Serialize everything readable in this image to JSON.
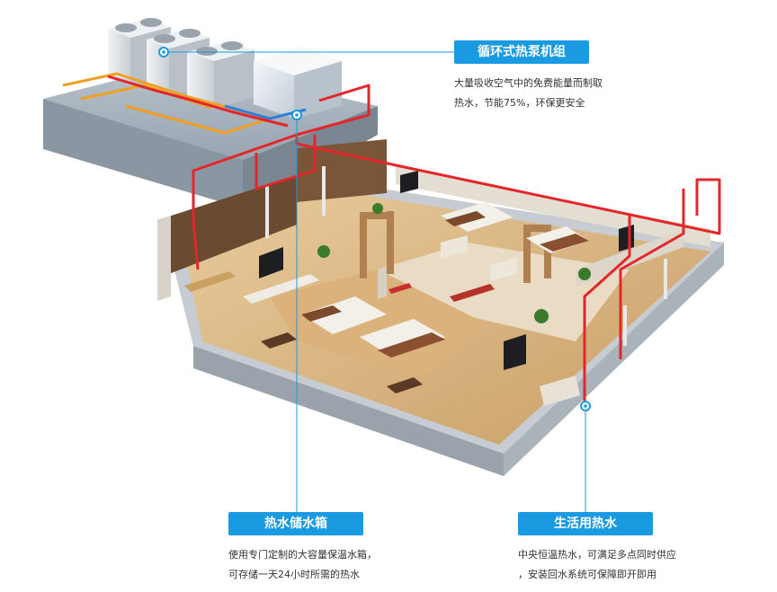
{
  "colors": {
    "accent": "#1a9ae0",
    "hot_pipe": "#e3262a",
    "cold_pipe": "#2f7fd8",
    "warm_pipe": "#f0a020",
    "leader_line": "#1a9ae0"
  },
  "callouts": {
    "heat_pump": {
      "title": "循环式热泵机组",
      "desc": [
        "大量吸收空气中的免费能量而制取",
        "热水，节能75%，环保更安全"
      ]
    },
    "storage_tank": {
      "title": "热水储水箱",
      "desc": [
        "使用专门定制的大容量保温水箱，",
        "可存储一天24小时所需的热水"
      ]
    },
    "domestic_hot_water": {
      "title": "生活用热水",
      "desc": [
        "中央恒温热水，可满足多点同时供应",
        "，安装回水系统可保障即开即用"
      ]
    }
  },
  "icons": [
    "heat-pump-unit-icon",
    "water-tank-icon",
    "bed-icon",
    "tv-icon",
    "plant-icon",
    "shower-icon"
  ]
}
